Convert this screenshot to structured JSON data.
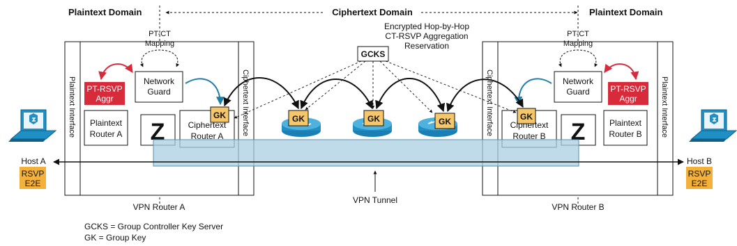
{
  "domains": {
    "left": "Plaintext Domain",
    "center": "Ciphertext Domain",
    "right": "Plaintext Domain"
  },
  "center_note": [
    "Encrypted Hop-by-Hop",
    "CT-RSVP Aggregation",
    "Reservation"
  ],
  "gcks_label": "GCKS",
  "gk_label": "GK",
  "router_a": {
    "title": "VPN Router A",
    "mapping": [
      "PT-CT",
      "Mapping"
    ],
    "guard": [
      "Network",
      "Guard"
    ],
    "aggr": [
      "PT-RSVP",
      "Aggr"
    ],
    "plain_router": [
      "Plaintext",
      "Router A"
    ],
    "cipher_router": [
      "Ciphertext",
      "Router A"
    ],
    "z": "Z",
    "plaintext_interface": "Plaintext Interface",
    "ciphertext_interface": "Ciphertext Interface"
  },
  "router_b": {
    "title": "VPN Router B",
    "mapping": [
      "PT-CT",
      "Mapping"
    ],
    "guard": [
      "Network",
      "Guard"
    ],
    "aggr": [
      "PT-RSVP",
      "Aggr"
    ],
    "plain_router": [
      "Plaintext",
      "Router B"
    ],
    "cipher_router": [
      "Ciphertext",
      "Router B"
    ],
    "z": "Z",
    "plaintext_interface": "Plaintext Interface",
    "ciphertext_interface": "Ciphertext Interface"
  },
  "host_a": {
    "label": "Host A",
    "badge": [
      "RSVP",
      "E2E"
    ]
  },
  "host_b": {
    "label": "Host B",
    "badge": [
      "RSVP",
      "E2E"
    ]
  },
  "tunnel_label": "VPN Tunnel",
  "legend": [
    "GCKS = Group Controller Key Server",
    "GK = Group Key"
  ],
  "colors": {
    "aggr": "#d72a3a",
    "gk": "#f5c76a",
    "badge": "#f3b13c",
    "tunnel": "#a9cde0",
    "teal_arrow": "#1f7ea8",
    "red_arrow": "#d72a3a",
    "router_icon": "#1f8fc4",
    "laptop": "#1f8fc4"
  }
}
